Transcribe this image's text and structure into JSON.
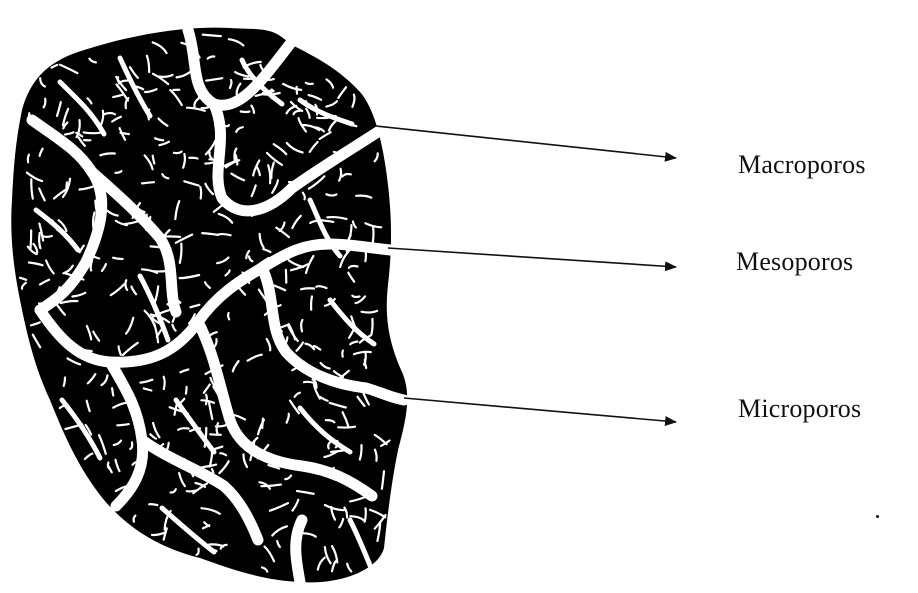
{
  "labels": {
    "macro": "Macroporos",
    "meso": "Mesoporos",
    "micro": "Microporos"
  },
  "colors": {
    "aggregate": "#000000",
    "pores": "#ffffff",
    "text": "#111111",
    "background": "#ffffff"
  }
}
